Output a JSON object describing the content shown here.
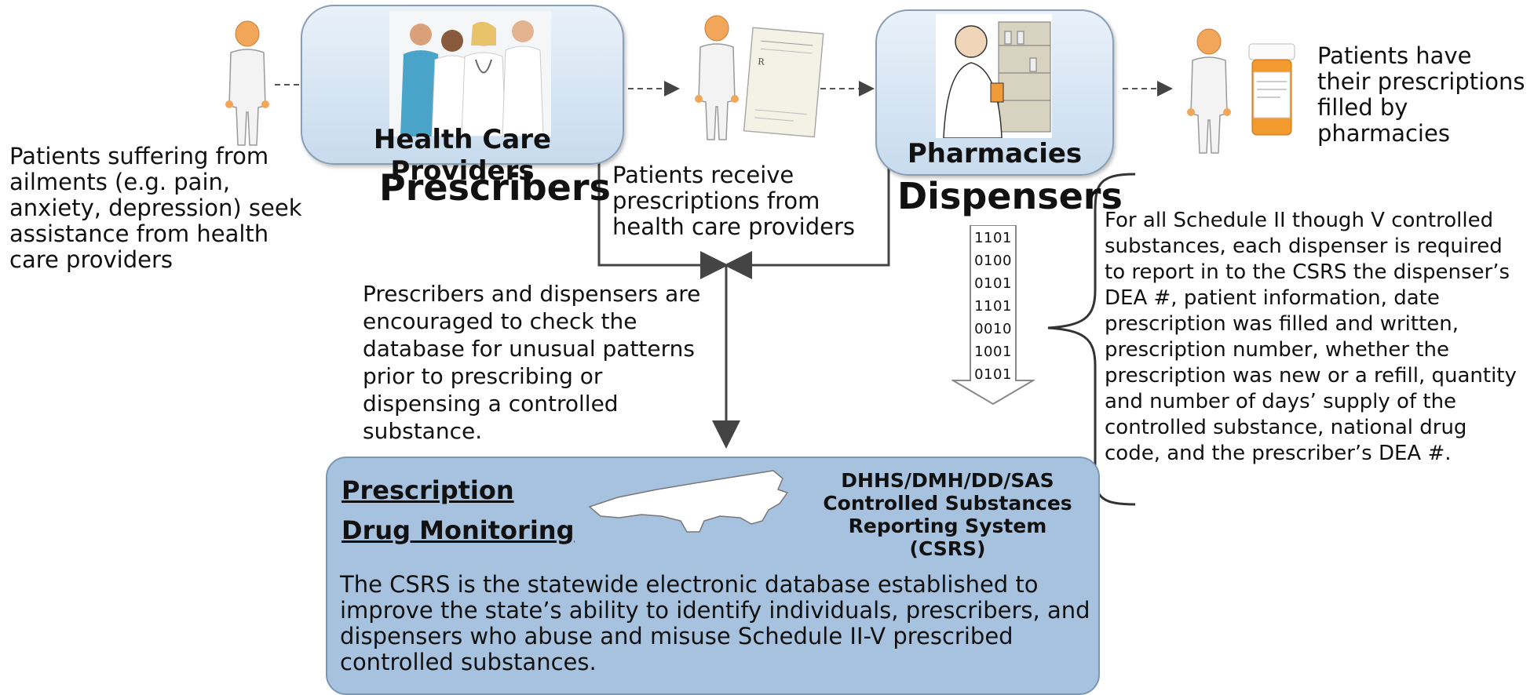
{
  "patient_seek_text": "Patients suffering from ailments (e.g. pain, anxiety, depression) seek assistance from health care providers",
  "providers_box_title": "Health Care Providers",
  "prescribers_label": "Prescribers",
  "receive_text": "Patients receive prescriptions from health care providers",
  "pharmacies_box_title": "Pharmacies",
  "dispensers_label": "Dispensers",
  "filled_text": "Patients have their prescriptions filled by pharmacies",
  "check_text": "Prescribers and dispensers are encouraged to check the database for unusual patterns prior to prescribing or dispensing a controlled substance.",
  "report_text": "For all Schedule II though V controlled substances, each dispenser is required to report in to the CSRS the dispenser’s DEA #, patient information, date prescription was filled and written, prescription number, whether the prescription was new or a refill, quantity and number of days’ supply of the controlled substance, national drug code, and the prescriber’s DEA #.",
  "binary": [
    "1101",
    "0100",
    "0101",
    "1101",
    "0010",
    "1001",
    "0101"
  ],
  "csrs": {
    "heading_line1": "Prescription",
    "heading_line2": "Drug Monitoring",
    "agency": "DHHS/DMH/DD/SAS Controlled Substances Reporting System (CSRS)",
    "description": "The CSRS is the statewide electronic database established to improve the state’s ability to identify individuals, prescribers, and dispensers who abuse and misuse Schedule II-V prescribed controlled substances."
  },
  "colors": {
    "box_fill": "#c7dbee",
    "csrs_fill": "#a6c2de",
    "person_head": "#f2a65a",
    "arrow": "#444444"
  },
  "icons": [
    "person-icon",
    "doctors-photo",
    "prescription-pad-icon",
    "pharmacist-photo",
    "pill-bottle-icon",
    "nc-map-icon"
  ]
}
